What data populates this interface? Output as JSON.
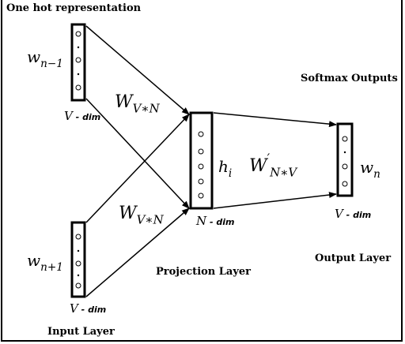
{
  "title": "One hot representation",
  "softmax_label": "Softmax Outputs",
  "input_layer_label": "Input Layer",
  "projection_layer_label": "Projection Layer",
  "output_layer_label": "Output Layer",
  "nodes": {
    "w_prev": {
      "base": "w",
      "sub": "n−1"
    },
    "w_next": {
      "base": "w",
      "sub": "n+1"
    },
    "h": {
      "base": "h",
      "sub": "i"
    },
    "w_out": {
      "base": "w",
      "sub": "n"
    }
  },
  "weights": {
    "w1": {
      "base": "W",
      "sub": "V∗N"
    },
    "w2": {
      "base": "W",
      "sub": "V∗N"
    },
    "w3": {
      "base": "W",
      "sup": "′",
      "sub": "N∗V"
    }
  },
  "dims": {
    "top_input": {
      "var": "V",
      "text": " - dim"
    },
    "bottom_input": {
      "var": "V",
      "text": " - dim"
    },
    "projection": {
      "var": "N",
      "text": " - dim"
    },
    "output": {
      "var": "V",
      "text": " - dim"
    }
  }
}
